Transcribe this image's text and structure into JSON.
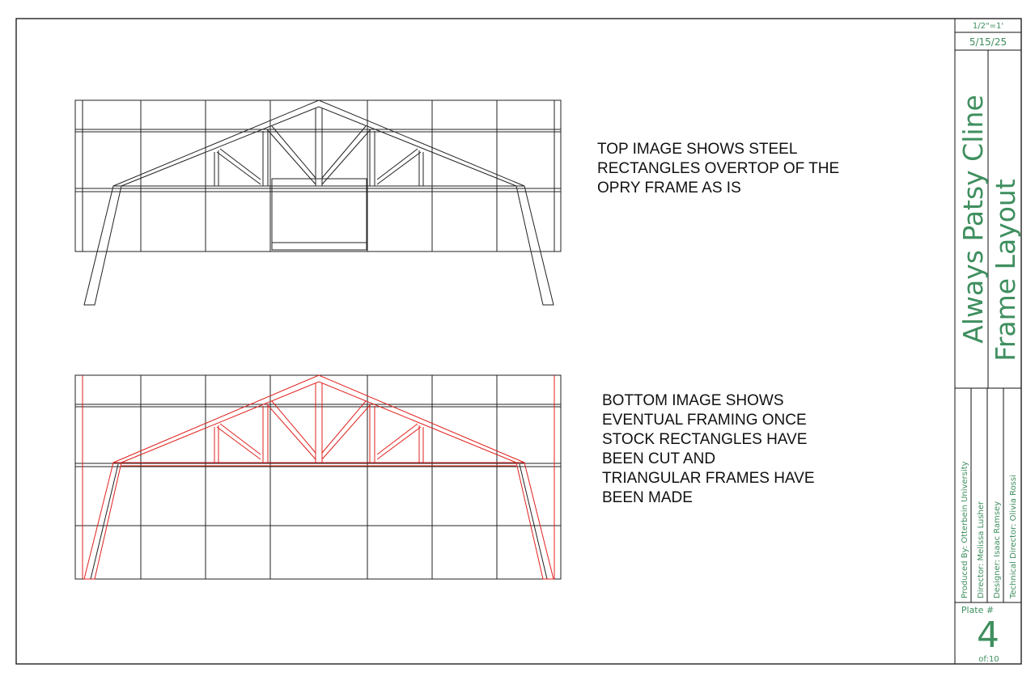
{
  "notes": {
    "top": [
      "TOP IMAGE SHOWS STEEL",
      "RECTANGLES OVERTOP OF THE",
      "OPRY FRAME AS IS"
    ],
    "bottom": [
      "BOTTOM IMAGE SHOWS",
      "EVENTUAL FRAMING ONCE",
      "STOCK RECTANGLES HAVE",
      "BEEN CUT AND",
      "TRIANGULAR FRAMES HAVE",
      "BEEN MADE"
    ]
  },
  "title_block": {
    "scale": "1/2\"=1'",
    "date": "5/15/25",
    "show_title": "Always Patsy Cline",
    "sheet_title": "Frame Layout",
    "credits": [
      "Produced By: Otterbein University",
      "Director: Melissa Lusher",
      "Designer: Isaac Ramsey",
      "Technical Director: Olivia Rossi"
    ],
    "plate_label": "Plate #",
    "plate_number": "4",
    "plate_of": "of:10"
  },
  "colors": {
    "title_green": "#3f8f5f",
    "line": "#222222",
    "highlight_red": "#e0201c"
  }
}
